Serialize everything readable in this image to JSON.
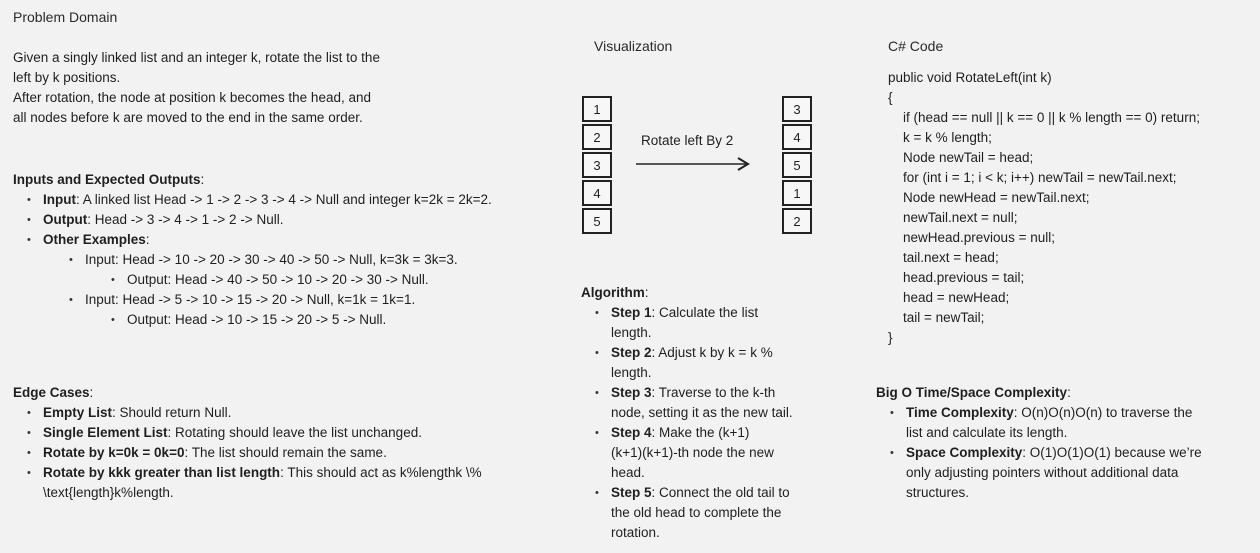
{
  "problem": {
    "title": "Problem Domain",
    "description_lines": [
      "Given a singly linked list and an integer k, rotate the list to the",
      "left by k positions.",
      "After rotation, the node at position k becomes the head, and",
      "all nodes before k are moved to the end in the same order."
    ]
  },
  "io": {
    "heading": "Inputs and Expected Outputs",
    "colon": ":",
    "input_label": "Input",
    "input_text": ": A linked list Head -> 1 -> 2 -> 3 -> 4 -> Null and integer k=2k = 2k=2.",
    "output_label": "Output",
    "output_text": ": Head -> 3 -> 4 -> 1 -> 2 -> Null.",
    "other_label": "Other Examples",
    "other_colon": ":",
    "examples": [
      {
        "input": "Input: Head -> 10 -> 20 -> 30 -> 40 -> 50 -> Null, k=3k = 3k=3.",
        "output": "Output: Head -> 40 -> 50 -> 10 -> 20 -> 30 -> Null."
      },
      {
        "input": "Input: Head -> 5 -> 10 -> 15 -> 20 -> Null, k=1k = 1k=1.",
        "output": "Output: Head -> 10 -> 15 -> 20 -> 5 -> Null."
      }
    ]
  },
  "edge": {
    "heading": "Edge Cases",
    "colon": ":",
    "items": [
      {
        "label": "Empty List",
        "text": ": Should return Null."
      },
      {
        "label": "Single Element List",
        "text": ": Rotating should leave the list unchanged."
      },
      {
        "label": "Rotate by k=0k = 0k=0",
        "text": ": The list should remain the same."
      },
      {
        "label": "Rotate by kkk greater than list length",
        "text": ": This should act as k%lengthk \\%"
      }
    ],
    "continuation": "\\text{length}k%length."
  },
  "visualization": {
    "title": "Visualization",
    "before": [
      "1",
      "2",
      "3",
      "4",
      "5"
    ],
    "after": [
      "3",
      "4",
      "5",
      "1",
      "2"
    ],
    "arrow_label": "Rotate left By 2"
  },
  "algorithm": {
    "heading": "Algorithm",
    "colon": ":",
    "steps": [
      {
        "label": "Step 1",
        "lines": [
          ": Calculate the list",
          "length."
        ]
      },
      {
        "label": "Step 2",
        "lines": [
          ": Adjust k by k = k %",
          "length."
        ]
      },
      {
        "label": "Step 3",
        "lines": [
          ": Traverse to the k-th",
          "node, setting it as the new tail."
        ]
      },
      {
        "label": "Step 4",
        "lines": [
          ": Make the (k+1)",
          "(k+1)(k+1)-th node the new",
          "head."
        ]
      },
      {
        "label": "Step 5",
        "lines": [
          ": Connect the old tail to",
          "the old head to complete the",
          "rotation."
        ]
      }
    ]
  },
  "code": {
    "title": "C# Code",
    "signature": "public void RotateLeft(int k)",
    "open_brace": "{",
    "body": [
      "if (head == null || k == 0 || k % length == 0) return;",
      "k = k % length;",
      "Node newTail = head;",
      "for (int i = 1; i < k; i++) newTail = newTail.next;",
      "Node newHead = newTail.next;",
      "newTail.next = null;",
      "newHead.previous = null;",
      "tail.next = head;",
      "head.previous = tail;",
      "head = newHead;",
      "tail = newTail;"
    ],
    "close_brace": "}"
  },
  "complexity": {
    "heading": "Big O Time/Space Complexity",
    "colon": ":",
    "time_label": "Time Complexity",
    "time_lines": [
      ": O(n)O(n)O(n) to traverse the",
      "list and calculate its length."
    ],
    "space_label": "Space Complexity",
    "space_lines": [
      ": O(1)O(1)O(1) because we’re",
      "only adjusting pointers without additional data",
      "structures."
    ]
  }
}
